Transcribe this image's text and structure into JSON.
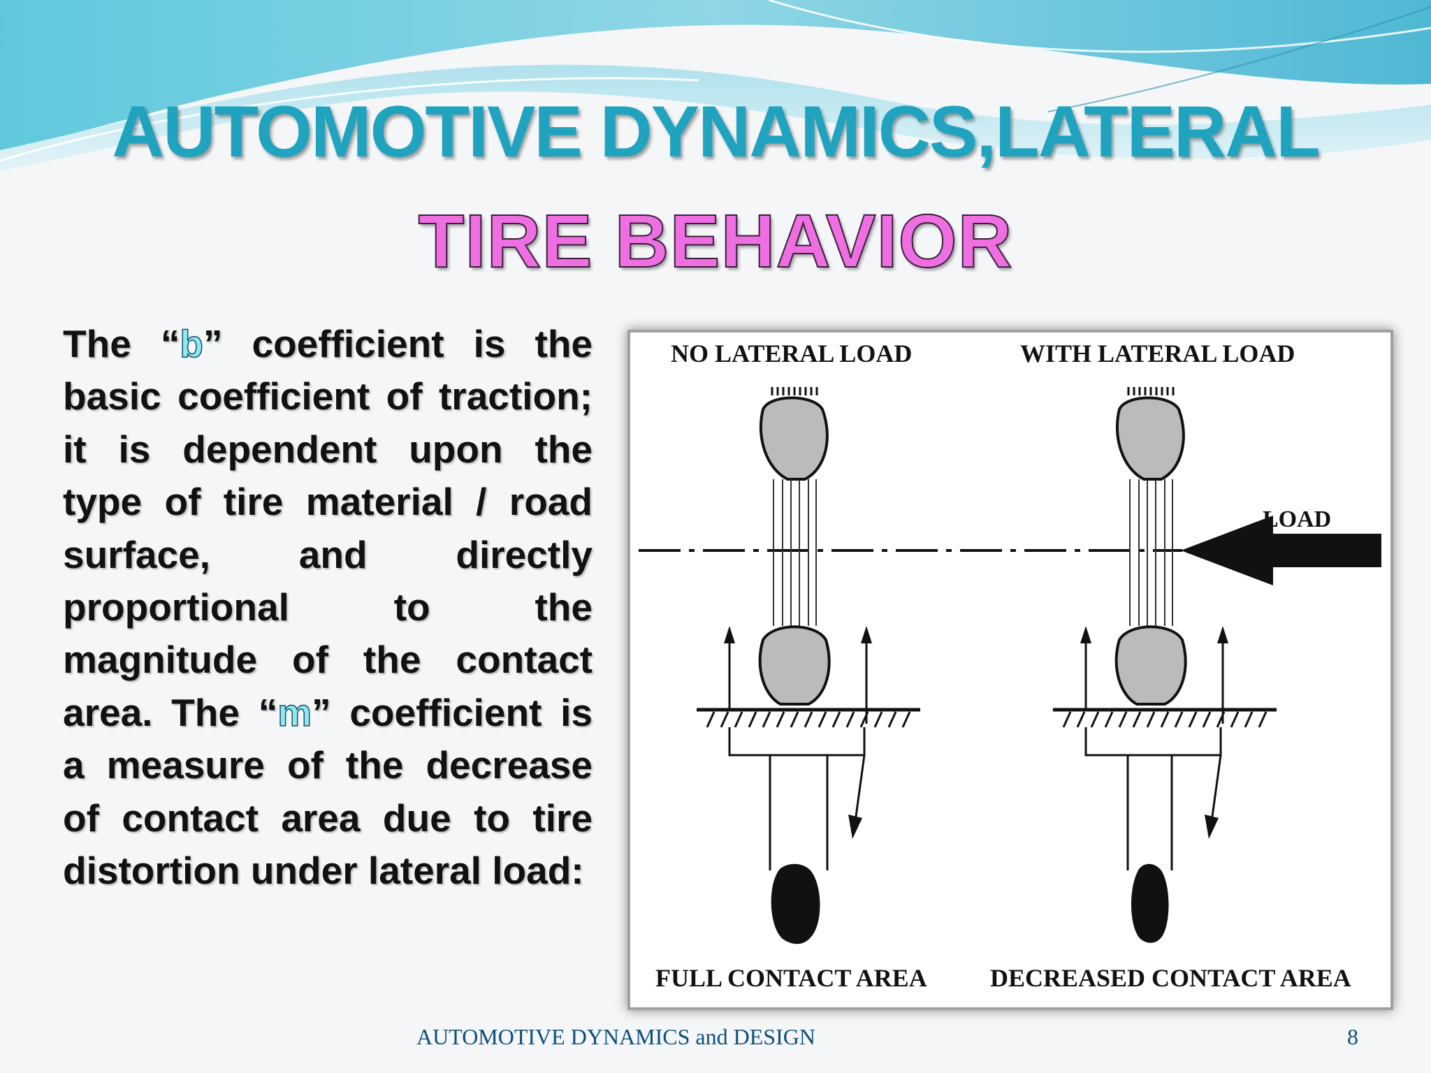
{
  "header": {
    "title_line1": "AUTOMOTIVE DYNAMICS,LATERAL",
    "title_line2": "TIRE BEHAVIOR"
  },
  "body": {
    "p1": "The “",
    "coef_b": "b",
    "p2": "” coefficient is the basic coefficient of traction; it is dependent upon the type of tire material / road surface, and directly proportional to the magnitude of the contact area. The “",
    "coef_m": "m",
    "p3": "” coefficient is a measure of the decrease of contact area due to tire distortion under lateral load:"
  },
  "figure": {
    "label_no_load": "NO LATERAL LOAD",
    "label_with_load": "WITH LATERAL LOAD",
    "label_load": "LOAD",
    "label_full": "FULL CONTACT AREA",
    "label_decreased": "DECREASED CONTACT AREA"
  },
  "footer": {
    "title": "AUTOMOTIVE DYNAMICS and DESIGN",
    "page_number": "8"
  },
  "colors": {
    "title_teal": "#1fa3bf",
    "title_pink": "#ef6fe3",
    "coefficient_fill": "#8ee8f2",
    "footer": "#0d4f7a"
  }
}
